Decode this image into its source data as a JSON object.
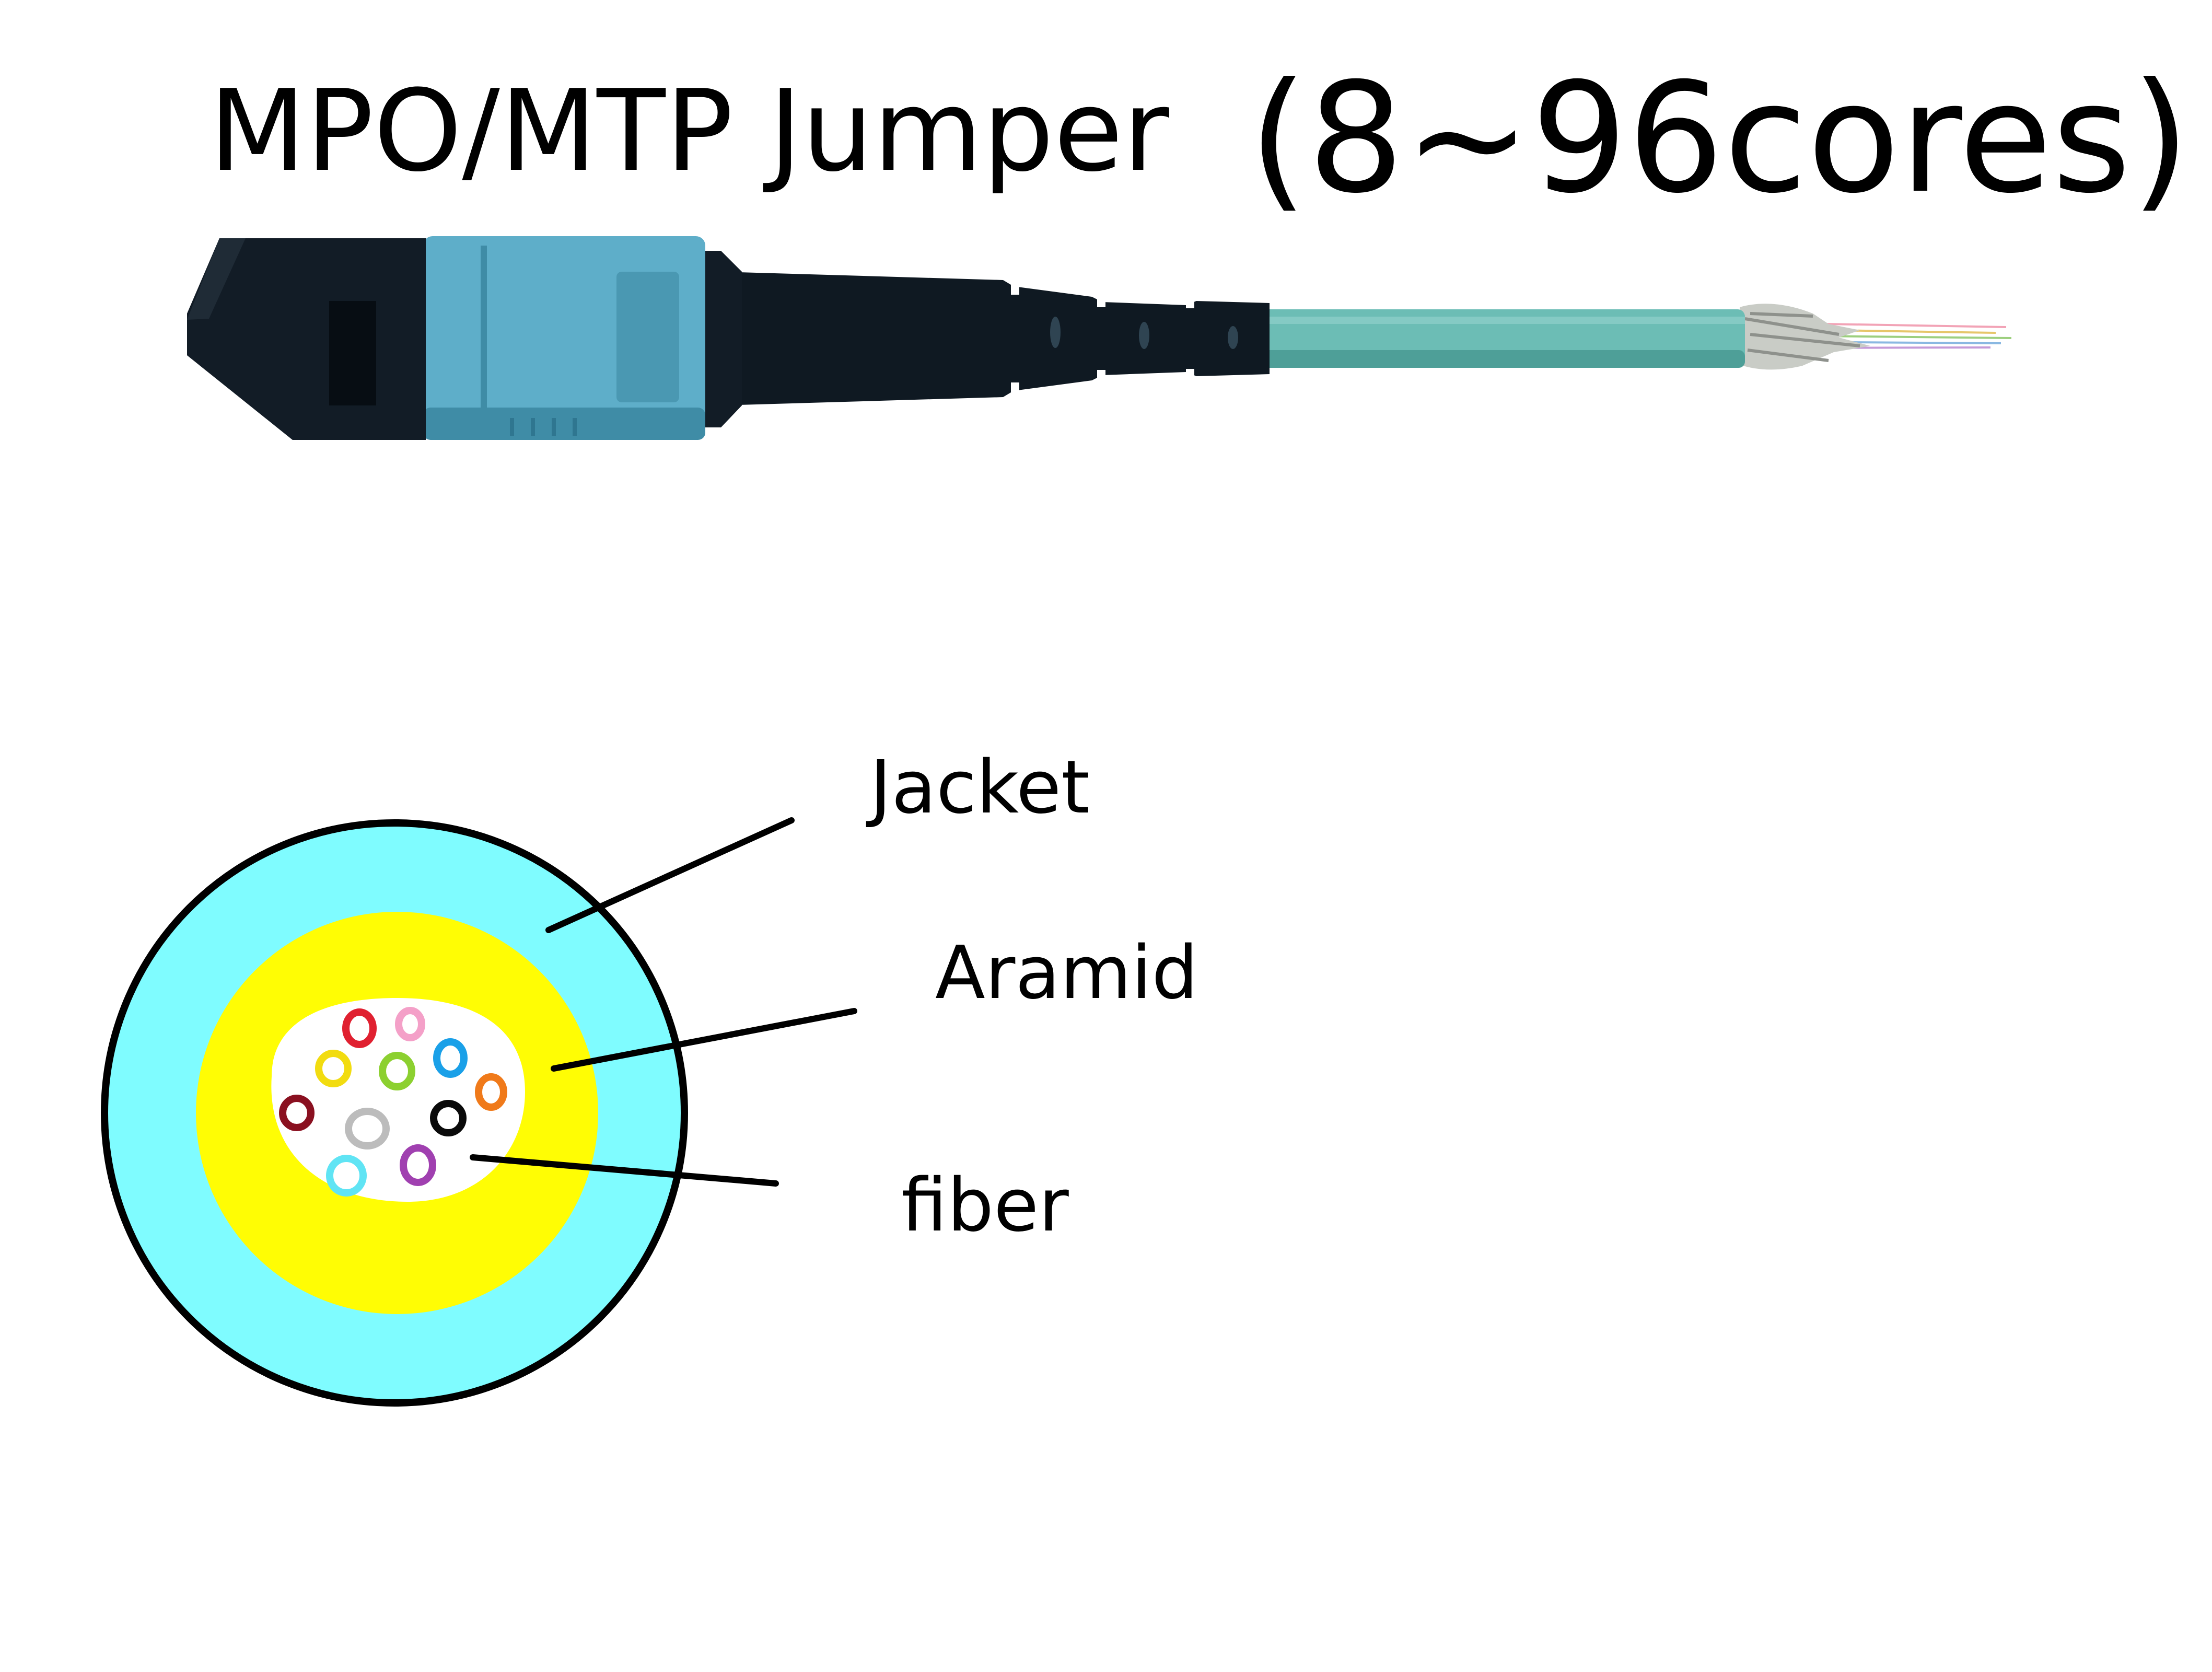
{
  "title": "MPO/MTP Jumper",
  "core_range": "(8~96cores)",
  "connector": {
    "housing_color": "#121c26",
    "boot_color": "#0f1922",
    "latch_color": "#5eaec9",
    "latch_dark_color": "#3f8ca6",
    "cable_color": "#6cbdb5",
    "cable_dark_color": "#4e9f98",
    "aramid_color": "#c9ccc6"
  },
  "cross_section": {
    "jacket_color": "#7ffcff",
    "aramid_color": "#fffd04",
    "core_color": "#ffffff",
    "outline_color": "#000000",
    "fiber_colors": [
      "#e02030",
      "#f4a0c8",
      "#f2dc10",
      "#8cd030",
      "#1aa0e8",
      "#f07a1a",
      "#8a1020",
      "#bcbcbc",
      "#0a0a0a",
      "#60e4f4",
      "#a040b0"
    ]
  },
  "labels": {
    "jacket": "Jacket",
    "aramid": "Aramid",
    "fiber": "fiber"
  }
}
